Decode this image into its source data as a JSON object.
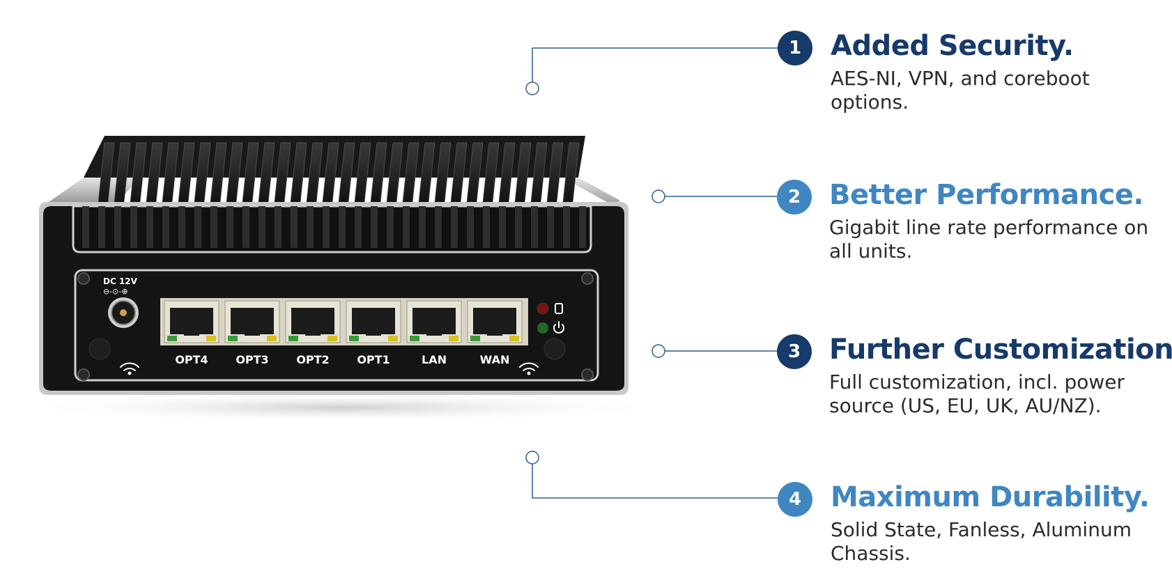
{
  "device": {
    "power_label": "DC 12V",
    "power_polarity": "⊖-⊙-⊕",
    "ports": [
      "OPT4",
      "OPT3",
      "OPT2",
      "OPT1",
      "LAN",
      "WAN"
    ],
    "wifi_icon": "wifi-icon",
    "status_icons": [
      "storage-icon",
      "power-icon"
    ]
  },
  "features": [
    {
      "number": "1",
      "title": "Added Security.",
      "description": "AES-NI, VPN, and coreboot options."
    },
    {
      "number": "2",
      "title": "Better Performance.",
      "description": "Gigabit line rate performance on all units."
    },
    {
      "number": "3",
      "title": "Further Customization.",
      "description": "Full customization, incl. power source (US, EU, UK, AU/NZ)."
    },
    {
      "number": "4",
      "title": "Maximum Durability.",
      "description": "Solid State, Fanless, Aluminum Chassis."
    }
  ],
  "colors": {
    "dark_blue": "#163a6a",
    "light_blue": "#3f86c2",
    "connector_line": "#2f5f8f"
  }
}
